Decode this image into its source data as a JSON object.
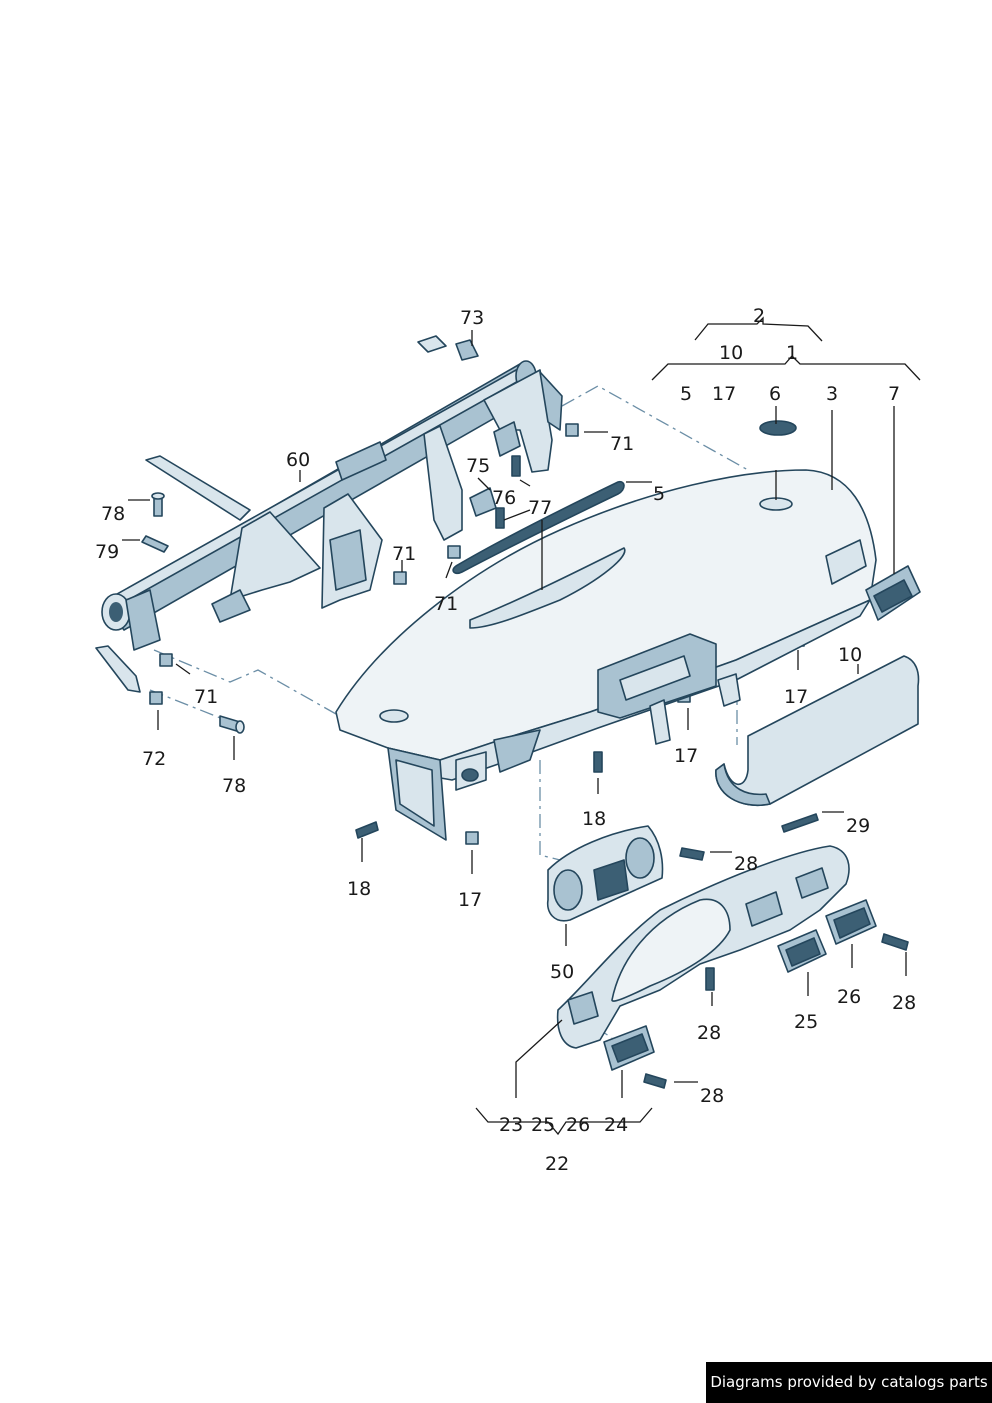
{
  "callouts": [
    {
      "id": "c2",
      "text": "2"
    },
    {
      "id": "c10a",
      "text": "10"
    },
    {
      "id": "c1",
      "text": "1"
    },
    {
      "id": "c5a",
      "text": "5"
    },
    {
      "id": "c17a",
      "text": "17"
    },
    {
      "id": "c6",
      "text": "6"
    },
    {
      "id": "c3",
      "text": "3"
    },
    {
      "id": "c7",
      "text": "7"
    },
    {
      "id": "c73",
      "text": "73"
    },
    {
      "id": "c71a",
      "text": "71"
    },
    {
      "id": "c60",
      "text": "60"
    },
    {
      "id": "c75",
      "text": "75"
    },
    {
      "id": "c76",
      "text": "76"
    },
    {
      "id": "c77",
      "text": "77"
    },
    {
      "id": "c5b",
      "text": "5"
    },
    {
      "id": "c78a",
      "text": "78"
    },
    {
      "id": "c79",
      "text": "79"
    },
    {
      "id": "c71b",
      "text": "71"
    },
    {
      "id": "c71c",
      "text": "71"
    },
    {
      "id": "c10b",
      "text": "10"
    },
    {
      "id": "c17b",
      "text": "17"
    },
    {
      "id": "c71d",
      "text": "71"
    },
    {
      "id": "c72",
      "text": "72"
    },
    {
      "id": "c78b",
      "text": "78"
    },
    {
      "id": "c17c",
      "text": "17"
    },
    {
      "id": "c18a",
      "text": "18"
    },
    {
      "id": "c29",
      "text": "29"
    },
    {
      "id": "c28a",
      "text": "28"
    },
    {
      "id": "c18b",
      "text": "18"
    },
    {
      "id": "c17d",
      "text": "17"
    },
    {
      "id": "c50",
      "text": "50"
    },
    {
      "id": "c26a",
      "text": "26"
    },
    {
      "id": "c28b",
      "text": "28"
    },
    {
      "id": "c28c",
      "text": "28"
    },
    {
      "id": "c25a",
      "text": "25"
    },
    {
      "id": "c28d",
      "text": "28"
    },
    {
      "id": "c23",
      "text": "23"
    },
    {
      "id": "c25b",
      "text": "25"
    },
    {
      "id": "c26b",
      "text": "26"
    },
    {
      "id": "c24",
      "text": "24"
    },
    {
      "id": "c22",
      "text": "22"
    }
  ],
  "banner": {
    "text": "Diagrams provided by catalogs parts"
  }
}
